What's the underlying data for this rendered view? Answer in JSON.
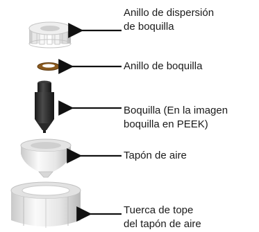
{
  "parts": [
    {
      "id": "dispersion-ring",
      "label_line1": "Anillo de dispersión",
      "label_line2": "de boquilla"
    },
    {
      "id": "nozzle-ring",
      "label_line1": "Anillo de boquilla",
      "label_line2": ""
    },
    {
      "id": "nozzle",
      "label_line1": "Boquilla (En la imagen",
      "label_line2": "boquilla en PEEK)"
    },
    {
      "id": "air-cap",
      "label_line1": "Tapón de aire",
      "label_line2": ""
    },
    {
      "id": "air-cap-nut",
      "label_line1": "Tuerca de tope",
      "label_line2": "del tapón de aire"
    }
  ],
  "colors": {
    "label_text": "#1a1a1a",
    "arrow": "#111111",
    "white_part": "#f2f2f2",
    "nozzle_ring": "#8a5a1f",
    "nozzle_body": "#2b2b2b"
  }
}
